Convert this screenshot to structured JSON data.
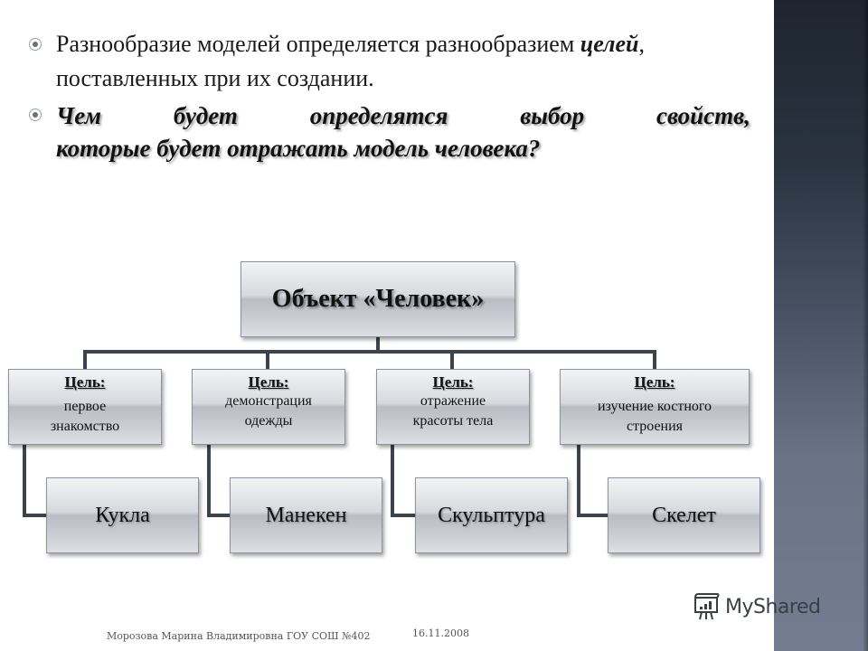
{
  "slide": {
    "bullets": [
      {
        "text_before": "Разнообразие моделей определяется разнообразием ",
        "emphasis": "целей",
        "text_after": ", поставленных при их создании."
      },
      {
        "line1": "Чем будет определятся выбор свойств,",
        "line2": "которые будет отражать модель человека?"
      }
    ],
    "diagram": {
      "root": "Объект «Человек»",
      "goal_label": "Цель:",
      "branches": [
        {
          "goal_line1": "первое",
          "goal_line2": "знакомство",
          "model": "Кукла"
        },
        {
          "goal_line1": "демонстрация",
          "goal_line2": "одежды",
          "model": "Манекен"
        },
        {
          "goal_line1": "отражение",
          "goal_line2": "красоты тела",
          "model": "Скульптура"
        },
        {
          "goal_line1": "изучение костного",
          "goal_line2": "строения",
          "model": "Скелет"
        }
      ]
    },
    "footer": {
      "author": "Морозова Марина Владимировна ГОУ СОШ №402",
      "date": "16.11.2008"
    },
    "watermark": {
      "text": "MyShared",
      "icon": "presentation-board-icon"
    },
    "colors": {
      "connector": "#3c434d",
      "sidebar_top": "#1e2530",
      "sidebar_bottom": "#737c90",
      "box_border": "#8d9199"
    }
  }
}
